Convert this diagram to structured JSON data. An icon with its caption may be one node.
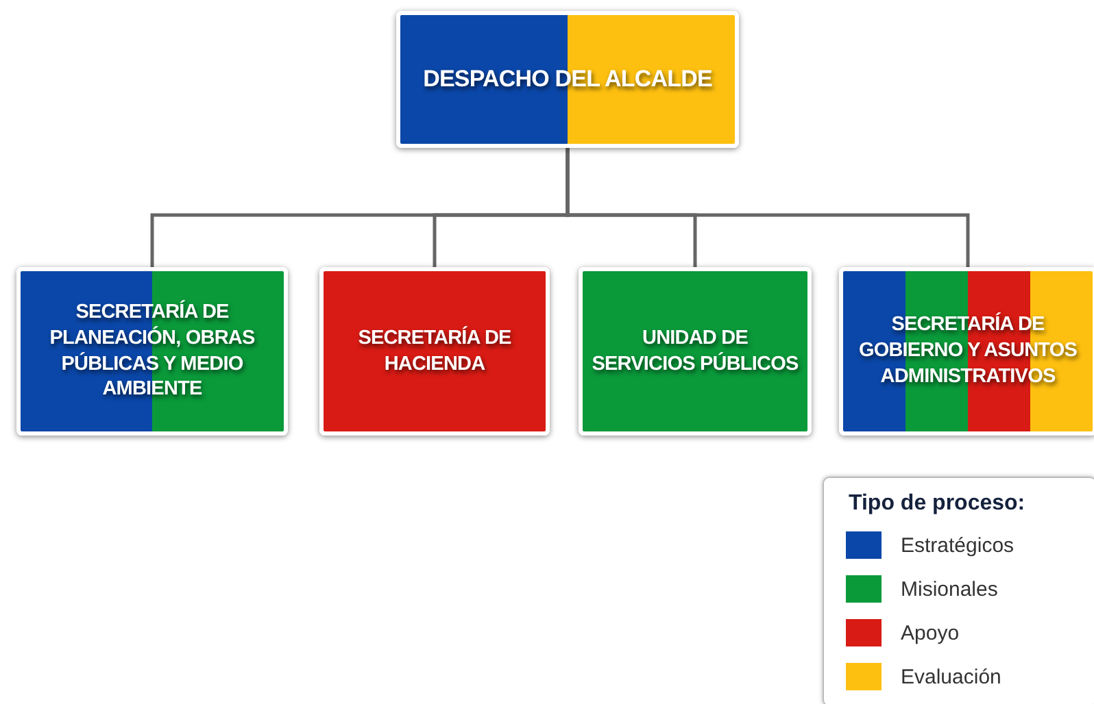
{
  "diagram": {
    "nodes": [
      {
        "text": [
          "DESPACHO DEL ALCALDE"
        ]
      },
      {
        "text": [
          "SECRETARÍA DE PLANEACIÓN, OBRAS PÚBLICAS Y MEDIO AMBIENTE"
        ]
      },
      {
        "text": [
          "SECRETARÍA DE HACIENDA"
        ]
      },
      {
        "text": [
          "UNIDAD DE SERVICIOS PÚBLICOS"
        ]
      },
      {
        "text": [
          "SECRETARÍA DE GOBIERNO Y ASUNTOS ADMINISTRATIVOS"
        ]
      }
    ],
    "edges": [
      {
        "from": 0,
        "to": 1,
        "arrow": "none"
      },
      {
        "from": 0,
        "to": 2,
        "arrow": "none"
      },
      {
        "from": 0,
        "to": 3,
        "arrow": "none"
      },
      {
        "from": 0,
        "to": 4,
        "arrow": "none"
      }
    ],
    "labels": [
      "Tipo de proceso:"
    ],
    "legend": [
      {
        "text": "Estratégicos",
        "color": "#0b47a8"
      },
      {
        "text": "Misionales",
        "color": "#0a9a3a"
      },
      {
        "text": "Apoyo",
        "color": "#d81b14"
      },
      {
        "text": "Evaluación",
        "color": "#fdc010"
      }
    ]
  }
}
